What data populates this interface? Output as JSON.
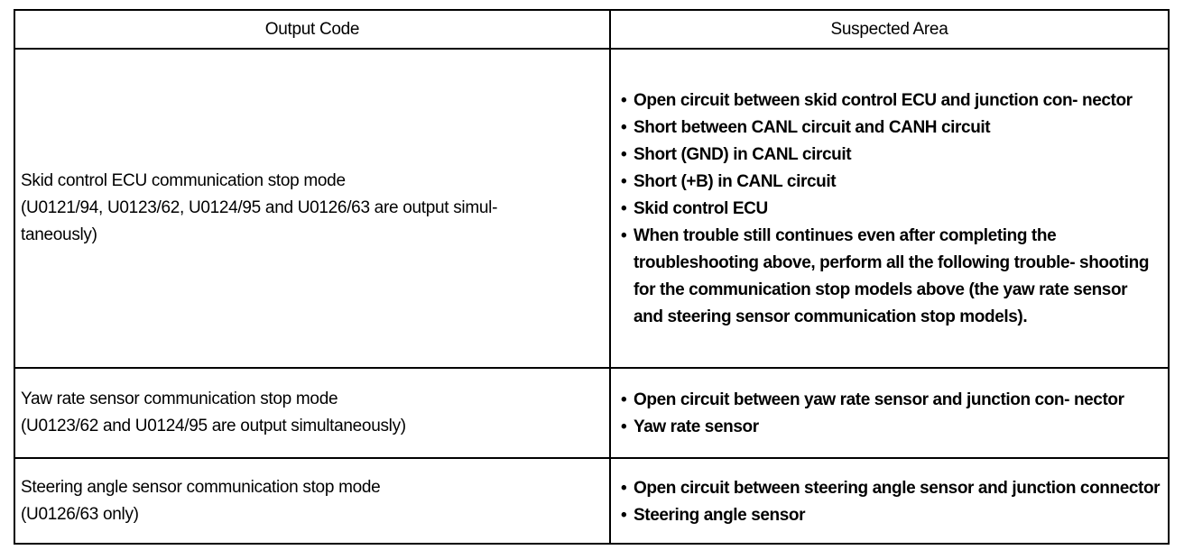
{
  "table": {
    "headers": {
      "output_code": "Output Code",
      "suspected_area": "Suspected Area"
    },
    "rows": [
      {
        "code_lines": [
          "Skid control ECU communication stop mode",
          "(U0121/94, U0123/62, U0124/95 and U0126/63 are output simul-",
          "taneously)"
        ],
        "areas": [
          "Open circuit between skid control ECU and junction con- nector",
          "Short between CANL circuit and CANH circuit",
          "Short (GND) in CANL circuit",
          "Short (+B) in CANL circuit",
          "Skid control ECU",
          "When trouble still continues even after completing the troubleshooting above, perform all the following trouble- shooting for the communication stop models above (the yaw rate sensor and steering sensor communication stop models)."
        ]
      },
      {
        "code_lines": [
          "Yaw rate sensor communication stop mode",
          "(U0123/62 and U0124/95 are output simultaneously)"
        ],
        "areas": [
          "Open circuit between yaw rate sensor and junction con- nector",
          "Yaw rate sensor"
        ]
      },
      {
        "code_lines": [
          "Steering angle sensor communication stop mode",
          "(U0126/63 only)"
        ],
        "areas": [
          "Open circuit between steering angle sensor and junction connector",
          "Steering angle sensor"
        ]
      }
    ]
  }
}
